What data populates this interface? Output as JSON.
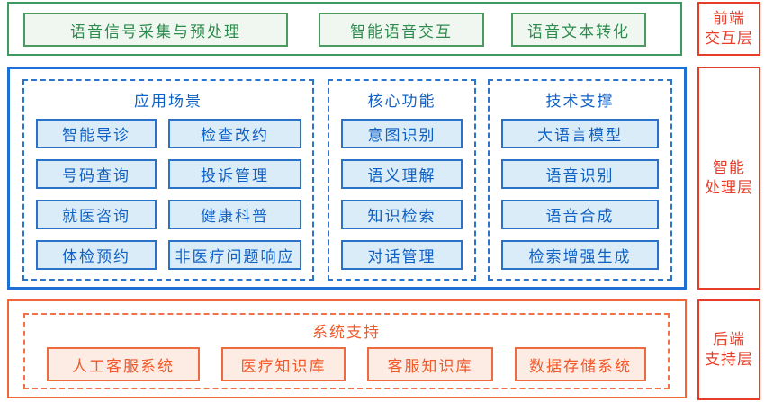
{
  "colors": {
    "green_border": "#3E9A60",
    "green_text": "#2E8B4E",
    "green_fill": "#EFF7F0",
    "blue_border": "#1E6FD6",
    "blue_item_fill": "#DAECF8",
    "blue_text": "#1161C4",
    "orange_border": "#F2673A",
    "orange_item_fill": "#FDECE4",
    "orange_text": "#F15A2B",
    "red_label": "#E73C28"
  },
  "layers": {
    "frontend": {
      "label": "前端\n交互层",
      "boxes": [
        "语音信号采集与预处理",
        "智能语音交互",
        "语音文本转化"
      ]
    },
    "processing": {
      "label": "智能\n处理层",
      "columns": [
        {
          "title": "应用场景",
          "items": [
            "智能导诊",
            "检查改约",
            "号码查询",
            "投诉管理",
            "就医咨询",
            "健康科普",
            "体检预约",
            "非医疗问题响应"
          ]
        },
        {
          "title": "核心功能",
          "items": [
            "意图识别",
            "语义理解",
            "知识检索",
            "对话管理"
          ]
        },
        {
          "title": "技术支撑",
          "items": [
            "大语言模型",
            "语音识别",
            "语音合成",
            "检索增强生成"
          ]
        }
      ]
    },
    "backend": {
      "label": "后端\n支持层",
      "title": "系统支持",
      "items": [
        "人工客服系统",
        "医疗知识库",
        "客服知识库",
        "数据存储系统"
      ]
    }
  }
}
